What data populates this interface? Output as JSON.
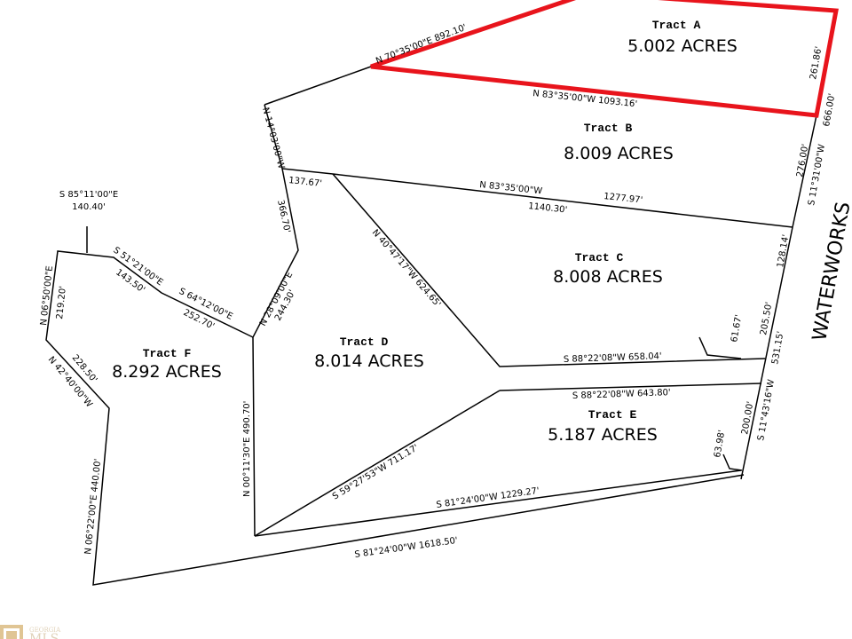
{
  "tracts": [
    {
      "name": "Tract A",
      "acres": "5.002 ACRES"
    },
    {
      "name": "Tract B",
      "acres": "8.009 ACRES"
    },
    {
      "name": "Tract C",
      "acres": "8.008 ACRES"
    },
    {
      "name": "Tract D",
      "acres": "8.014 ACRES"
    },
    {
      "name": "Tract E",
      "acres": "5.187 ACRES"
    },
    {
      "name": "Tract F",
      "acres": "8.292 ACRES"
    }
  ],
  "road": "WATERWORKS",
  "highlight_color": "#e8141c",
  "calls": {
    "a_top": "N 70°35'00\"E  892.10'",
    "a_bottom": "N 83°35'00\"W  1093.16'",
    "a_right": "261.86'",
    "east_666": "666.00'",
    "east_276": "276.00'",
    "east_bearing_1": "S 11°31'00\"W",
    "b_c_bearing": "N 83°35'00\"W",
    "b_c_len": "1277.97'",
    "b_c_1140": "1140.30'",
    "d_137": "137.67'",
    "west_bearing": "N 14°03'00\"W",
    "west_366": "366.70'",
    "d_diag": "N 40°47'17\"W  624.65'",
    "c_bottom": "S 88°22'08\"W  658.04'",
    "e_top": "S 88°22'08\"W  643.80'",
    "east_128": "128.14'",
    "east_205": "205.50'",
    "east_531": "531.15'",
    "east_61": "61.67'",
    "east_bearing_2": "S 11°43'16\"W",
    "east_200": "200.00'",
    "east_63": "63.98'",
    "e_diag": "S 59°27'53\"W  711.17'",
    "e_bottom": "S 81°24'00\"W  1229.27'",
    "south": "S 81°24'00\"W  1618.50'",
    "d_west": "N 00°11'30\"E  490.70'",
    "f_28": "N 28°09'00\"E",
    "f_244": "244.30'",
    "f_64": "S 64°12'00\"E",
    "f_252": "252.70'",
    "f_51": "S 51°21'00\"E",
    "f_143": "143.50'",
    "f_85": "S 85°11'00\"E",
    "f_140": "140.40'",
    "f_06": "N 06°50'00\"E",
    "f_219": "219.20'",
    "f_42": "N 42°40'00\"W",
    "f_228": "228.50'",
    "f_0622": "N 06°22'00\"E  440.00'"
  },
  "watermark": {
    "line1": "GEORGIA",
    "line2": "MLS"
  }
}
